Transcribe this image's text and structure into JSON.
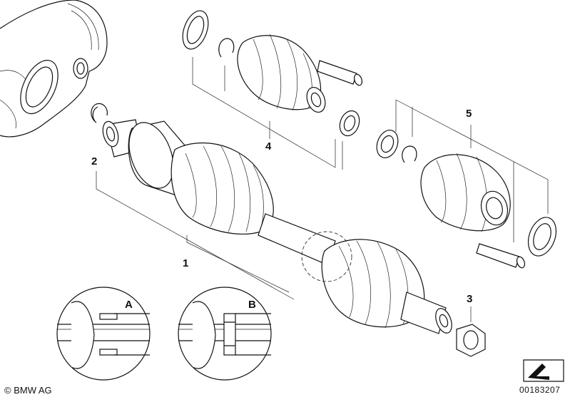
{
  "labels": {
    "part_1": "1",
    "part_2": "2",
    "part_3": "3",
    "part_4": "4",
    "part_5": "5",
    "detail_a": "A",
    "detail_b": "B"
  },
  "footer": {
    "copyright": "© BMW AG",
    "document_number": "00183207"
  }
}
